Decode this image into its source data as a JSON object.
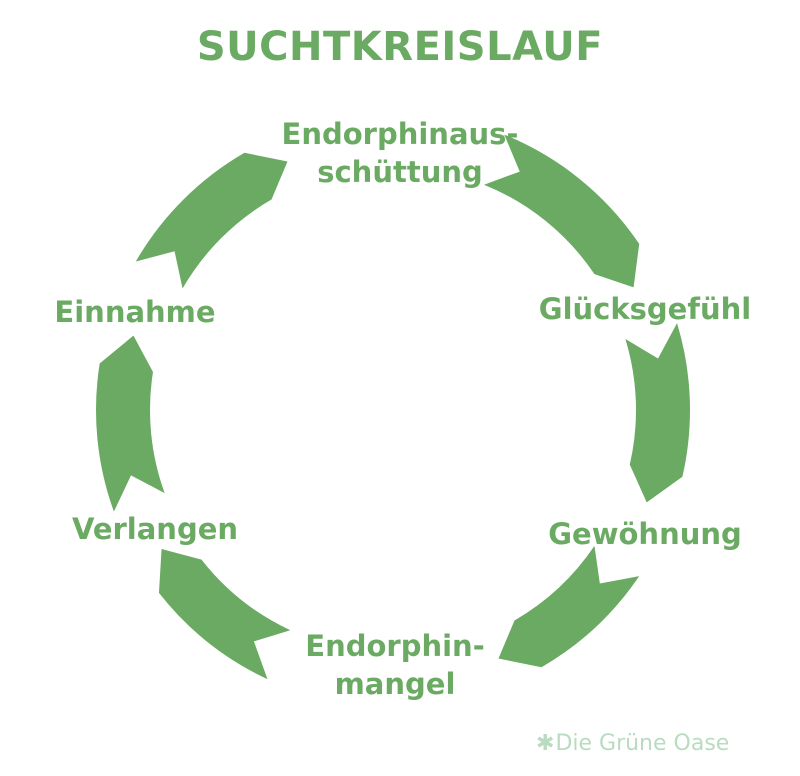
{
  "title": "SUCHTKREISLAUF",
  "stages": [
    {
      "line1": "Endorphinaus-",
      "line2": "schüttung"
    },
    {
      "line1": "Glücksgefühl",
      "line2": ""
    },
    {
      "line1": "Gewöhnung",
      "line2": ""
    },
    {
      "line1": "Endorphin-",
      "line2": "mangel"
    },
    {
      "line1": "Verlangen",
      "line2": ""
    },
    {
      "line1": "Einnahme",
      "line2": ""
    }
  ],
  "logo": {
    "text": "Die Grüne Oase",
    "icon": "cannabis-leaf-icon"
  },
  "colors": {
    "accent": "#6aaa62",
    "logo": "#b9dcc0"
  }
}
